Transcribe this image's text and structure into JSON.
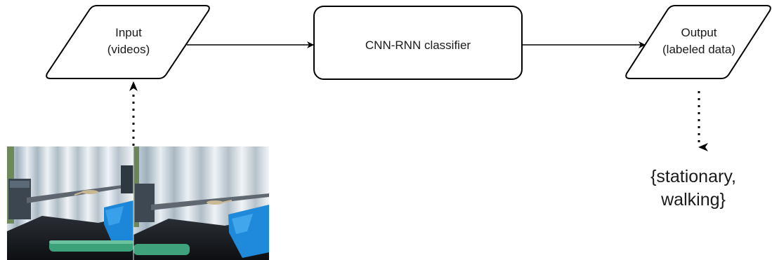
{
  "nodes": {
    "input": {
      "line1": "Input",
      "line2": "(videos)"
    },
    "classifier": {
      "label": "CNN-RNN classifier"
    },
    "output": {
      "line1": "Output",
      "line2": "(labeled data)"
    }
  },
  "result": {
    "line1": "{stationary,",
    "line2": "walking}"
  },
  "video_frames": {
    "count": 2,
    "description_icon": "video-frame-photo"
  }
}
